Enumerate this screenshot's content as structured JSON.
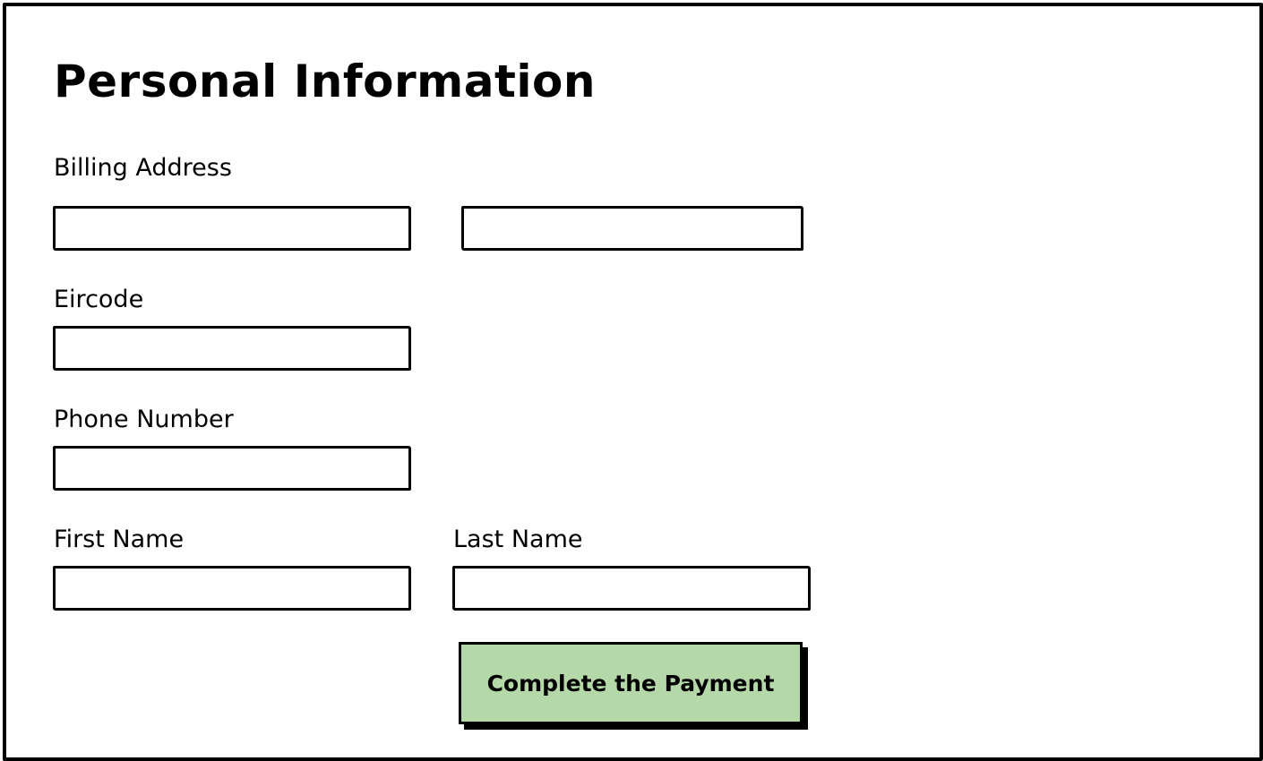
{
  "form": {
    "title": "Personal Information",
    "billing_address": {
      "label": "Billing Address",
      "line1_value": "",
      "line2_value": ""
    },
    "eircode": {
      "label": "Eircode",
      "value": ""
    },
    "phone": {
      "label": "Phone Number",
      "value": ""
    },
    "first_name": {
      "label": "First Name",
      "value": ""
    },
    "last_name": {
      "label": "Last Name",
      "value": ""
    },
    "submit_label": "Complete the Payment"
  },
  "colors": {
    "button_fill": "#b5d8a8",
    "stroke": "#000000",
    "background": "#ffffff"
  }
}
